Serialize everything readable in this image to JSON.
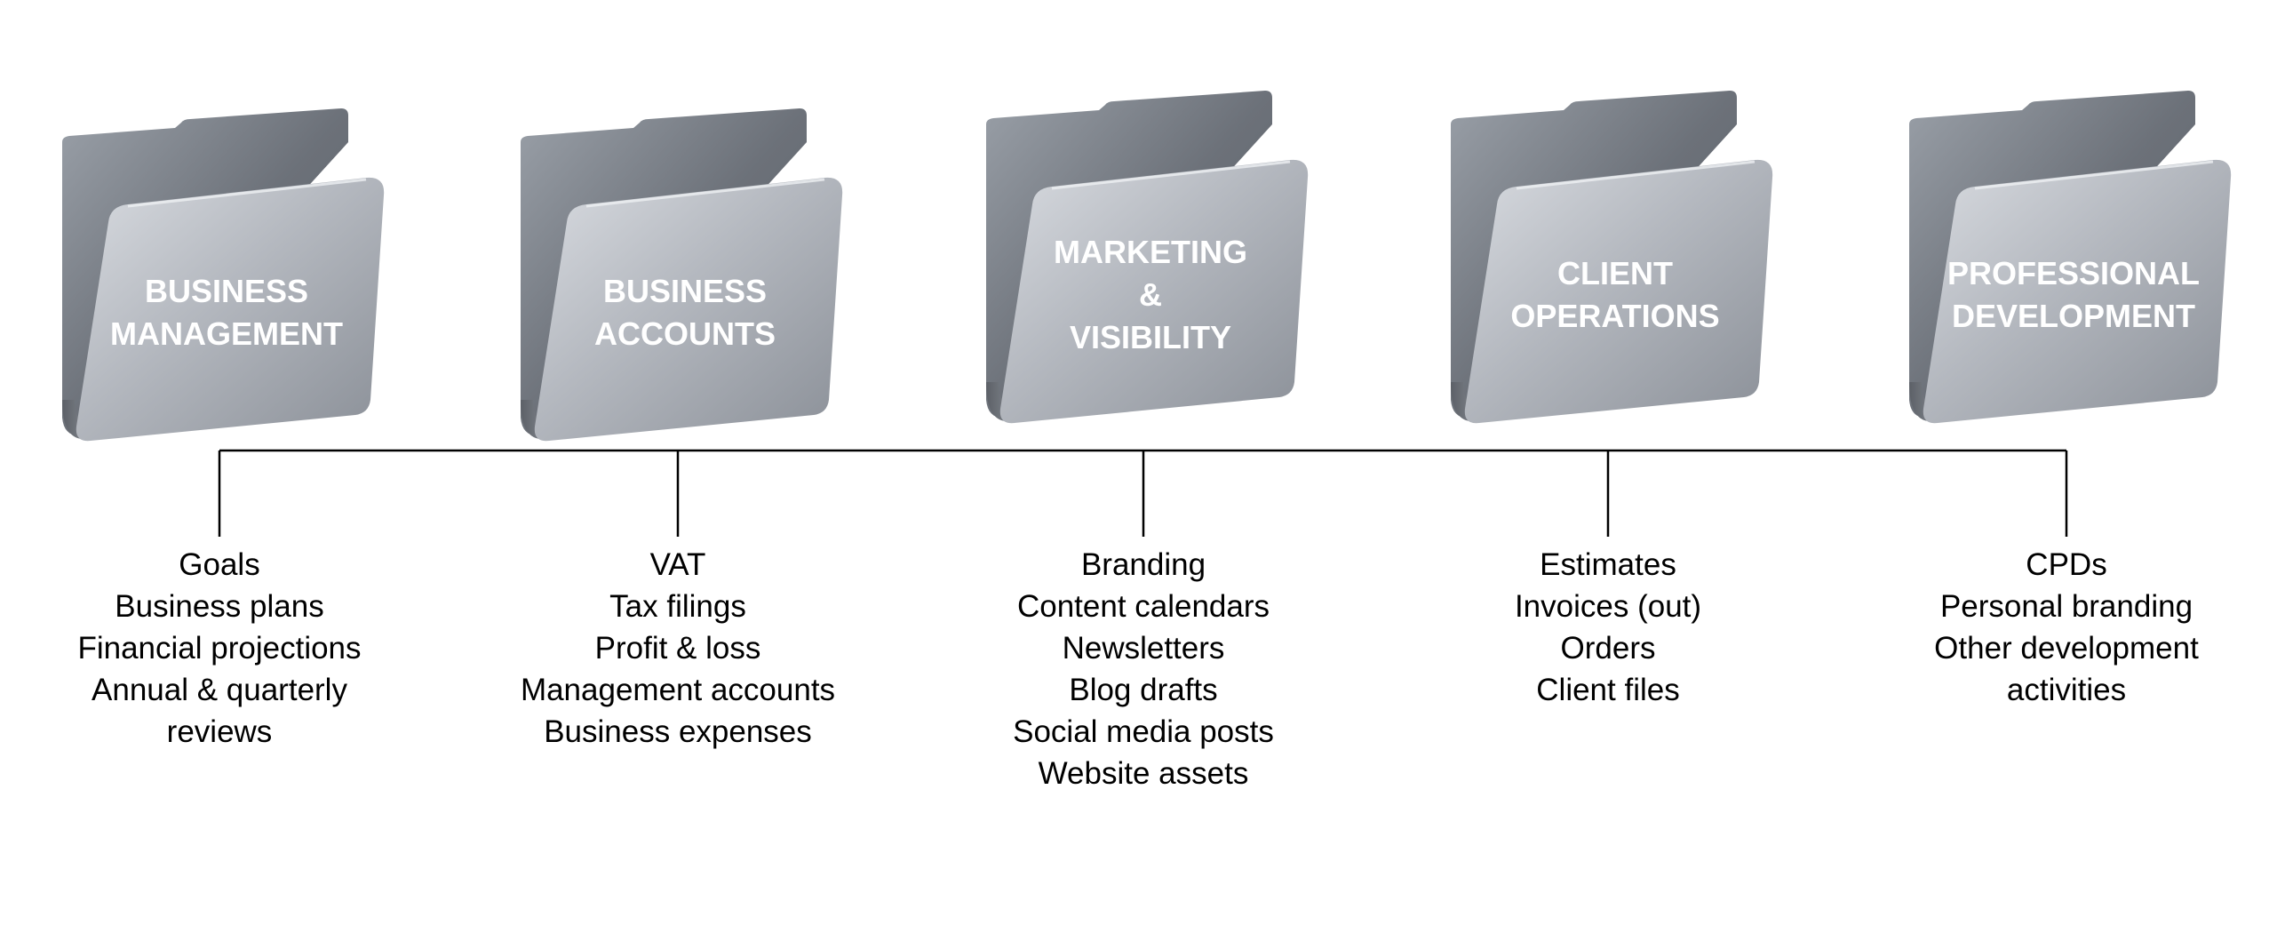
{
  "folders": [
    {
      "title_lines": [
        "BUSINESS",
        "MANAGEMENT"
      ],
      "items": [
        "Goals",
        "Business plans",
        "Financial projections",
        "Annual & quarterly",
        "reviews"
      ]
    },
    {
      "title_lines": [
        "BUSINESS",
        "ACCOUNTS"
      ],
      "items": [
        "VAT",
        "Tax filings",
        "Profit & loss",
        "Management accounts",
        "Business expenses"
      ]
    },
    {
      "title_lines": [
        "MARKETING",
        "&",
        "VISIBILITY"
      ],
      "items": [
        "Branding",
        "Content calendars",
        "Newsletters",
        "Blog drafts",
        "Social media posts",
        "Website assets"
      ]
    },
    {
      "title_lines": [
        "CLIENT",
        "OPERATIONS"
      ],
      "items": [
        "Estimates",
        "Invoices (out)",
        "Orders",
        "Client files"
      ]
    },
    {
      "title_lines": [
        "PROFESSIONAL",
        "DEVELOPMENT"
      ],
      "items": [
        "CPDs",
        "Personal branding",
        "Other development",
        "activities"
      ]
    }
  ],
  "colors": {
    "folder_back": "#6f747c",
    "folder_front_light": "#c8ccd2",
    "folder_front_dark": "#8d929a",
    "connector": "#000000",
    "text": "#000000"
  },
  "icons": [
    "folder-icon"
  ]
}
